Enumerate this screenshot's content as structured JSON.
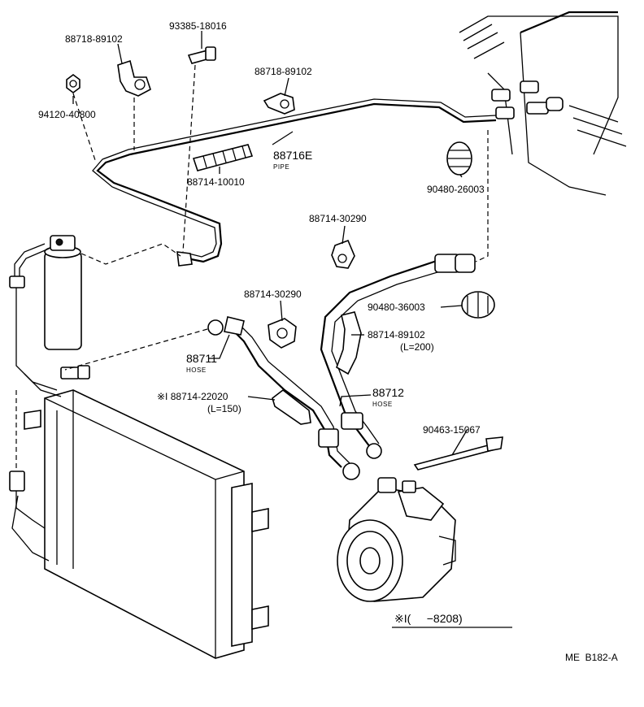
{
  "parts": {
    "p1": {
      "number": "88718-89102"
    },
    "p2": {
      "number": "93385-18016"
    },
    "p3": {
      "number": "94120-40800"
    },
    "p4": {
      "number": "88718-89102"
    },
    "p5": {
      "number": "88716E",
      "sub": "PIPE"
    },
    "p6": {
      "number": "88714-10010"
    },
    "p7": {
      "number": "90480-26003"
    },
    "p8": {
      "number": "88714-30290"
    },
    "p9": {
      "number": "88714-30290"
    },
    "p10": {
      "number": "90480-36003"
    },
    "p11": {
      "number": "88714-89102",
      "length": "(L=200)"
    },
    "p12": {
      "number": "88711",
      "sub": "HOSE"
    },
    "p13": {
      "number": "※I 88714-22020",
      "length": "(L=150)"
    },
    "p14": {
      "number": "88712",
      "sub": "HOSE"
    },
    "p15": {
      "number": "90463-15067"
    }
  },
  "legend": {
    "text": "※I(     −8208)"
  },
  "footer": {
    "code": "ME  B182-A"
  }
}
